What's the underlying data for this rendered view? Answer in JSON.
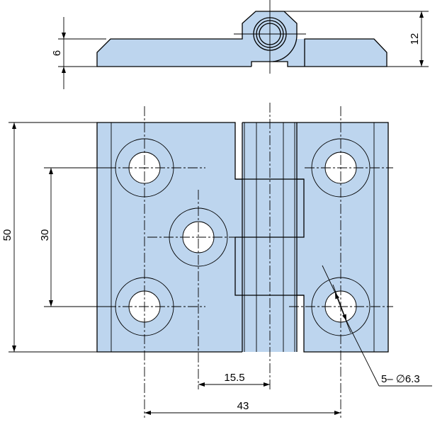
{
  "drawing": {
    "title": "Hinge technical drawing",
    "fill_color": "#bdd5ee",
    "dimensions": {
      "top_leaf_thickness": "6",
      "top_total_height": "12",
      "overall_height": "50",
      "hole_pitch_vertical": "30",
      "center_hole_offset": "15.5",
      "hole_pitch_horizontal": "43",
      "hole_callout": "5– ∅6.3"
    }
  }
}
